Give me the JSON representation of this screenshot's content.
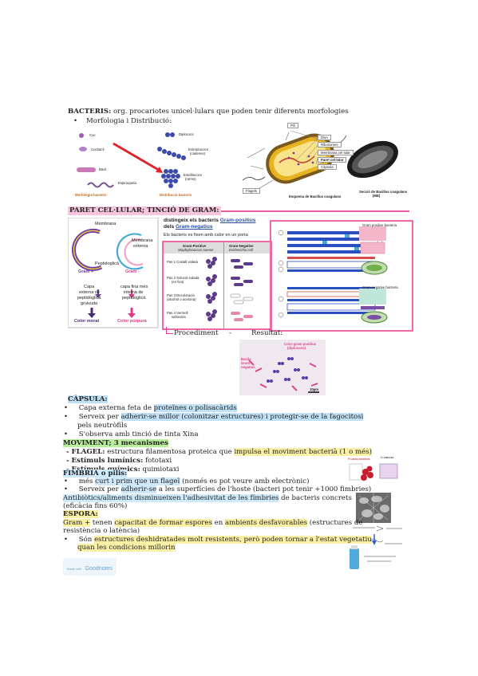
{
  "colors": {
    "pink_line": "#ea5c9f",
    "blue_hl": "#bfe0f5",
    "green_hl": "#b9ef9a",
    "yellow_hl": "#fbf1a6",
    "pink_hl": "#f7c6de",
    "purple": "#4a2c7a",
    "magenta": "#e0358a"
  },
  "bacteris": {
    "heading": "BACTERIS:",
    "heading_rest": " org. procariotes unicel·lulars que poden tenir diferents morfologies",
    "bullet1": "Morfologia i Distribució:",
    "morph": {
      "coc": "Coc",
      "cocbacil": "Cocbacil",
      "bacil": "Bacil",
      "espiroqueta": "Espiroqueta",
      "caption": "Morfologia bacteris"
    },
    "dist": {
      "diplococs": "Diplococs",
      "estreptococs": "Estreptococs",
      "estreptococs2": "(cadenes)",
      "estafilococs": "Estafilococs",
      "estafilococs2": "(raïms)",
      "caption": "Distribució bacteris"
    },
    "cell": {
      "pili": "Pili",
      "dna": "DNA",
      "ribosomes": "Ribosomes",
      "membrana": "Membrana cel·lular",
      "paret": "Paret cel·lular",
      "capsula": "Càpsula",
      "flagels": "Flagels",
      "caption": "Esquema de Bacillus coagulans",
      "micro_caption": "Secció de Bacillus coagulans",
      "micro_caption2": "(ME)"
    }
  },
  "paret": {
    "heading": "PARET CEL·LULAR; TINCIÓ DE GRAM:",
    "membrana": "Membrana",
    "membrana_ext": "Membrana",
    "membrana_ext2": "externa",
    "peptidoglica": "Peptidoglicà",
    "gram_pos": "Gram +",
    "gram_neg": "Gram -",
    "pos_desc": [
      "Capa",
      "externa de",
      "peptidoglicà",
      "gruixuda"
    ],
    "neg_desc": [
      "capa fina més",
      "interna de",
      "peptidoglicà"
    ],
    "color_pos": "Color morat",
    "color_neg": "Color púrpura",
    "dist_title1": "distingeix els bacteris ",
    "dist_title_pos": "Gram-positius",
    "dist_title2": "dels ",
    "dist_title_neg": "Gram-negatius",
    "fix_text": "Els bacteris es fixen amb calor en un porta",
    "table_head_pos": "Gram-Positive",
    "table_head_pos2": "Staphylococcus aureus",
    "table_head_neg": "Gram-Negative",
    "table_head_neg2": "Escherichia coli",
    "steps": [
      {
        "l1": "Pas 1 Cristall violeta",
        "l2": ""
      },
      {
        "l1": "Pas 2 Solució iodada",
        "l2": "(es fixa)"
      },
      {
        "l1": "Pas 3 Decoloració",
        "l2": "(alcohol o acetona)"
      },
      {
        "l1": "Pas 4 Vermell",
        "l2": "safranina"
      }
    ],
    "procediment": "Procediment",
    "dash": "-",
    "resultat": "Resultat:",
    "wall_pos_label": "Gram positive bacteria",
    "wall_neg_label": "Gram negative bacteria",
    "micro_label1": "Coco gram positius",
    "micro_label2": "(diplococs)",
    "micro_label3": "Bacils",
    "micro_label4": "Gram",
    "micro_label5": "negatius",
    "micro_scale": "10µm"
  },
  "capsula": {
    "heading": "CÀPSULA:",
    "b1_pre": "Capa externa feta de ",
    "b1_hl": "proteïnes o polisacàrids",
    "b2_pre": "Serveix per ",
    "b2_hl": "adherir-se millor (colonitzar estructures) i protegir-se de la fagocitosi",
    "b2_cont": "pels neutròfils",
    "b3": "S'observa amb tinció de tinta Xina"
  },
  "moviment": {
    "heading": "MOVIMENT; 3 mecanismes",
    "l1_b": "- FLAGEL:",
    "l1_pre": " estructura filamentosa proteica que ",
    "l1_hl": "impulsa el moviment bacterià (1 o més)",
    "l2_b": "- Estímuls lumínics:",
    "l2_rest": " fototaxi",
    "l3_b": "- Estímuls químics:",
    "l3_rest": " quimiotaxi",
    "product1": "Proantocianidines",
    "product2": "D-manosa"
  },
  "fimbria": {
    "heading": "FIMBRIA o pilis:",
    "b1_pre": "més ",
    "b1_hl": "curt i prim que un flagel",
    "b1_rest": " (només es pot veure amb electrònic)",
    "b2_pre": "Serveix per ",
    "b2_hl": "adherir-se",
    "b2_rest": " a les superfícies de l'hoste (bacteri pot tenir +1000 fimbries)",
    "l3_hl": "Antibiòtics/aliments disminueixen l'adhesivitat de les fímbries",
    "l3_rest": " de bacteris concrets",
    "l4": "(eficàcia fins 60%)"
  },
  "espora": {
    "heading": "ESPORA:",
    "l1_hl1": "Gram +",
    "l1_mid": " tenen ",
    "l1_hl2": "capacitat de formar espores",
    "l1_mid2": " en ",
    "l1_hl3": "ambients desfavorables",
    "l1_rest": " (estructures de",
    "l2": "resistència o latència)",
    "b1_pre": "Són ",
    "b1_hl": "estructures deshidratades molt resistents, però poden tornar a l'estat vegetatiu",
    "b1_hl2": "quan les condicions millorin"
  },
  "footer": {
    "made_with": "Made with",
    "brand": "Goodnotes"
  }
}
